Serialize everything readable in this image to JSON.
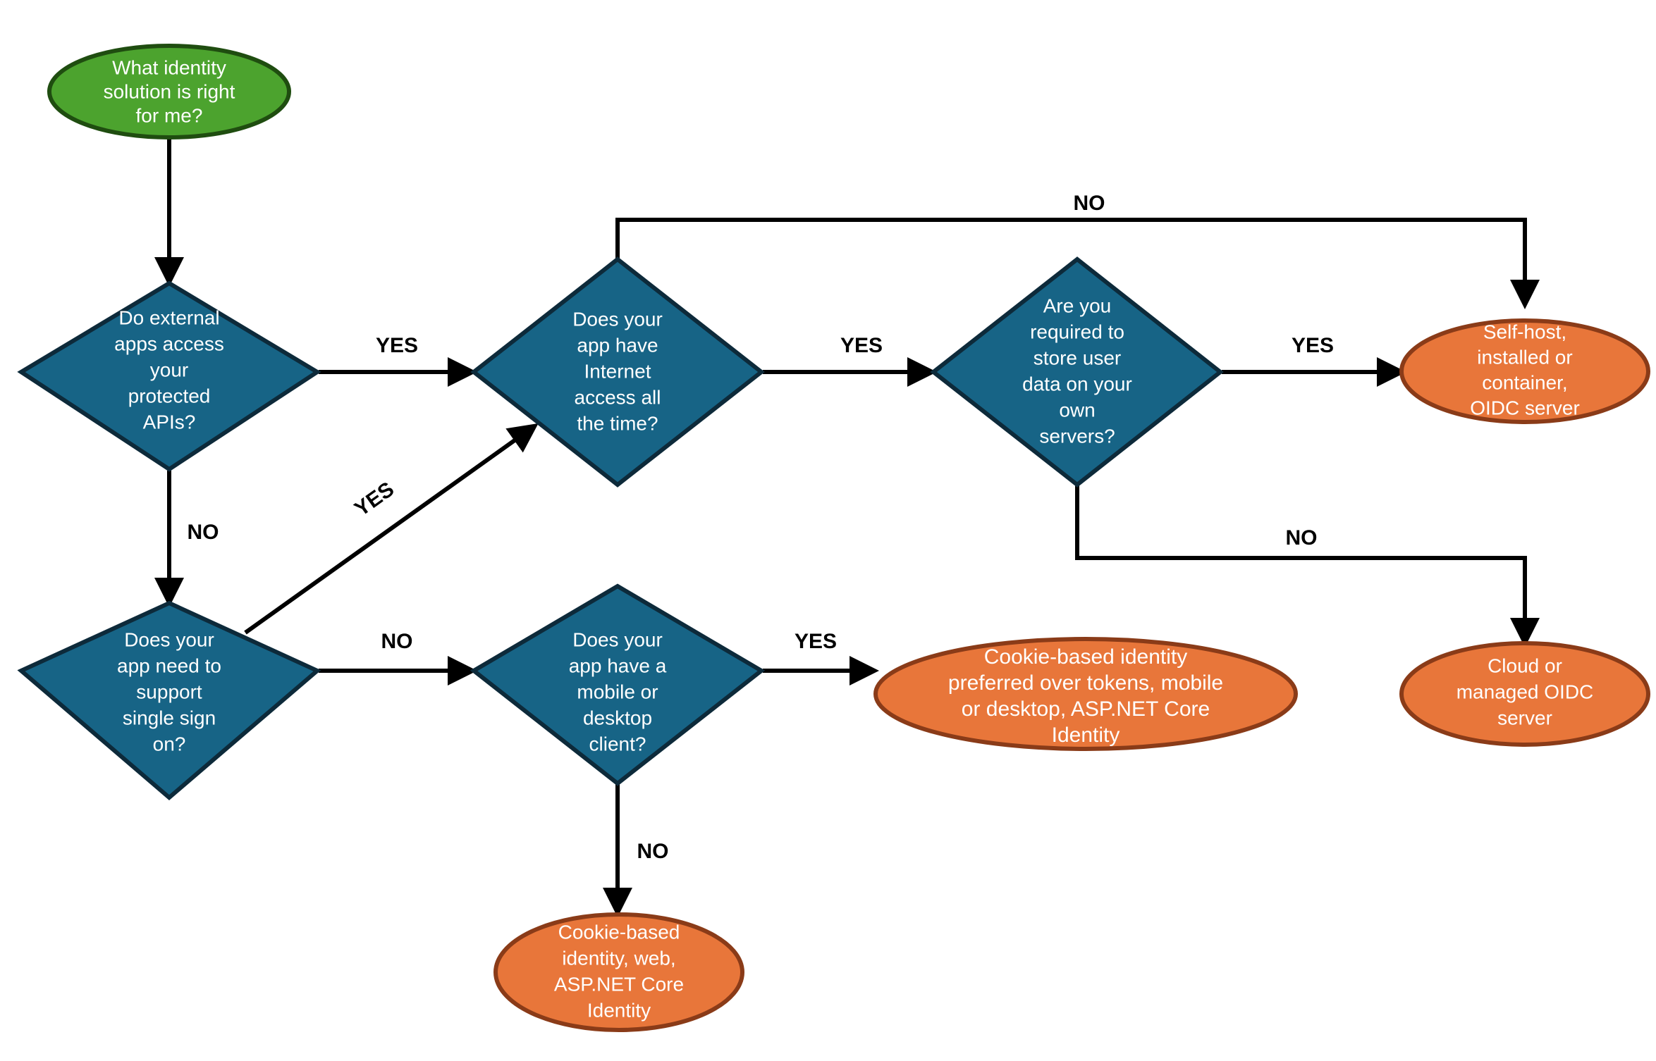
{
  "chart_data": {
    "type": "diagram",
    "title": "What identity solution is right for me?",
    "diagram_kind": "decision-flowchart",
    "colors": {
      "start_fill": "#4ca32e",
      "start_stroke": "#1f4d10",
      "decision_fill": "#176486",
      "decision_stroke": "#0d2a3a",
      "outcome_fill": "#e8763a",
      "outcome_stroke": "#8a3b18",
      "edge": "#000000",
      "node_text": "#ffffff",
      "background": "#ffffff"
    },
    "nodes": [
      {
        "id": "start",
        "shape": "ellipse",
        "role": "start",
        "lines": [
          "What identity",
          "solution is right",
          "for me?"
        ],
        "text": "What identity solution is right for me?"
      },
      {
        "id": "external-apis",
        "shape": "diamond",
        "role": "decision",
        "lines": [
          "Do external",
          "apps access",
          "your",
          "protected",
          "APIs?"
        ],
        "text": "Do external apps access your protected APIs?"
      },
      {
        "id": "internet-access",
        "shape": "diamond",
        "role": "decision",
        "lines": [
          "Does your",
          "app have",
          "Internet",
          "access all",
          "the time?"
        ],
        "text": "Does your app have Internet access all the time?"
      },
      {
        "id": "store-user-data",
        "shape": "diamond",
        "role": "decision",
        "lines": [
          "Are you",
          "required to",
          "store user",
          "data on your",
          "own",
          "servers?"
        ],
        "text": "Are you required to store user data on your own servers?"
      },
      {
        "id": "single-sign-on",
        "shape": "diamond",
        "role": "decision",
        "lines": [
          "Does your",
          "app need to",
          "support",
          "single sign",
          "on?"
        ],
        "text": "Does your app need to support single sign on?"
      },
      {
        "id": "mobile-desktop-client",
        "shape": "diamond",
        "role": "decision",
        "lines": [
          "Does your",
          "app have a",
          "mobile or",
          "desktop",
          "client?"
        ],
        "text": "Does your app have a mobile or desktop client?"
      },
      {
        "id": "self-host-oidc",
        "shape": "ellipse",
        "role": "outcome",
        "lines": [
          "Self-host,",
          "installed or",
          "container,",
          "OIDC server"
        ],
        "text": "Self-host, installed or container, OIDC server"
      },
      {
        "id": "cloud-managed-oidc",
        "shape": "ellipse",
        "role": "outcome",
        "lines": [
          "Cloud or",
          "managed OIDC",
          "server"
        ],
        "text": "Cloud or managed OIDC server"
      },
      {
        "id": "cookie-identity-mobile",
        "shape": "ellipse",
        "role": "outcome",
        "lines": [
          "Cookie-based identity",
          "preferred over tokens, mobile",
          "or desktop, ASP.NET Core",
          "Identity"
        ],
        "text": "Cookie-based identity preferred over tokens, mobile or desktop, ASP.NET Core Identity"
      },
      {
        "id": "cookie-identity-web",
        "shape": "ellipse",
        "role": "outcome",
        "lines": [
          "Cookie-based",
          "identity, web,",
          "ASP.NET Core",
          "Identity"
        ],
        "text": "Cookie-based identity, web, ASP.NET Core Identity"
      }
    ],
    "edges": [
      {
        "id": "start-to-external-apis",
        "from": "start",
        "to": "external-apis",
        "label": ""
      },
      {
        "id": "external-apis-yes",
        "from": "external-apis",
        "to": "internet-access",
        "label": "YES"
      },
      {
        "id": "external-apis-no",
        "from": "external-apis",
        "to": "single-sign-on",
        "label": "NO"
      },
      {
        "id": "single-sign-on-yes",
        "from": "single-sign-on",
        "to": "internet-access",
        "label": "YES"
      },
      {
        "id": "single-sign-on-no",
        "from": "single-sign-on",
        "to": "mobile-desktop-client",
        "label": "NO"
      },
      {
        "id": "internet-access-yes",
        "from": "internet-access",
        "to": "store-user-data",
        "label": "YES"
      },
      {
        "id": "internet-access-no",
        "from": "internet-access",
        "to": "self-host-oidc",
        "label": "NO"
      },
      {
        "id": "store-user-data-yes",
        "from": "store-user-data",
        "to": "self-host-oidc",
        "label": "YES"
      },
      {
        "id": "store-user-data-no",
        "from": "store-user-data",
        "to": "cloud-managed-oidc",
        "label": "NO"
      },
      {
        "id": "mobile-desktop-yes",
        "from": "mobile-desktop-client",
        "to": "cookie-identity-mobile",
        "label": "YES"
      },
      {
        "id": "mobile-desktop-no",
        "from": "mobile-desktop-client",
        "to": "cookie-identity-web",
        "label": "NO"
      }
    ],
    "edge_labels": [
      "YES",
      "NO",
      "YES",
      "NO",
      "YES",
      "NO",
      "YES",
      "NO",
      "YES",
      "NO"
    ]
  }
}
